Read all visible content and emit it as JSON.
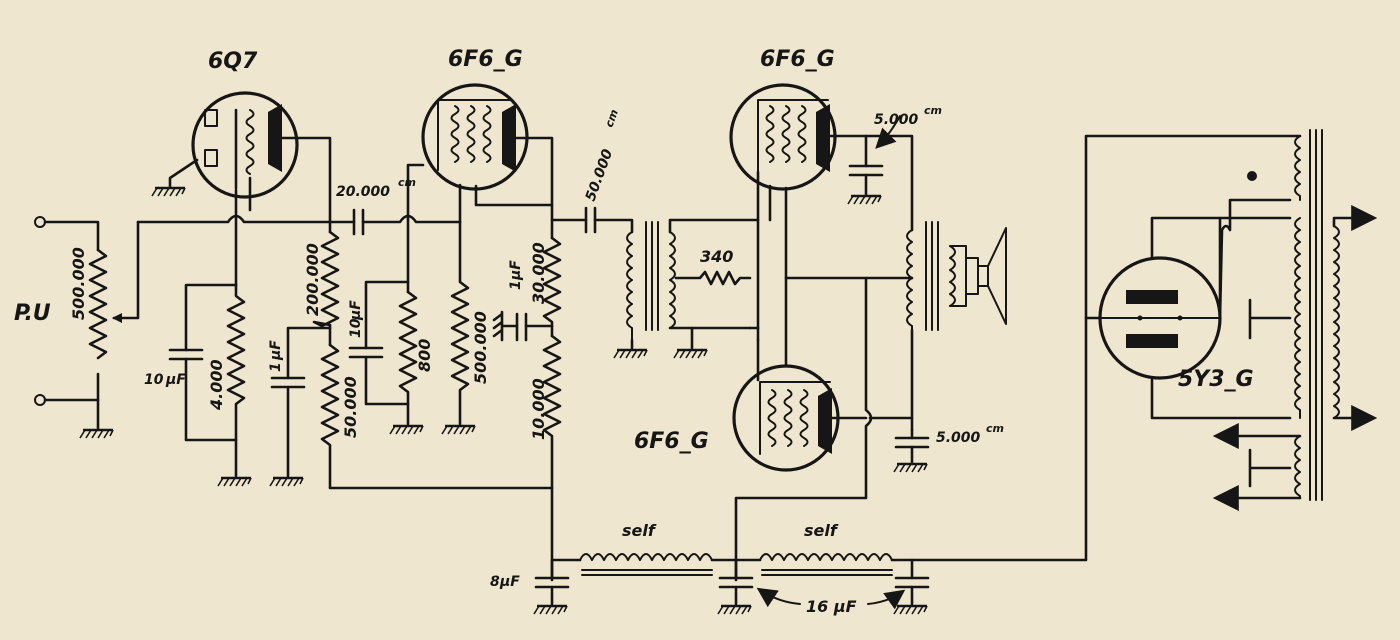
{
  "tubes": {
    "v1": "6Q7",
    "v2": "6F6_G",
    "v3": "6F6_G",
    "v4": "6F6_G",
    "rectifier": "5Y3_G"
  },
  "input": {
    "label": "P.U"
  },
  "resistors": {
    "volume_pot": "500.000",
    "cathode_v1": "4.000",
    "plate_load_v1": "200.000",
    "decoupling_v1": "50.000",
    "cathode_v2": "800",
    "grid_leak_v2": "500.000",
    "plate_load_v2": "30.000",
    "decoupling_v2": "10.000",
    "phase_splitter": "340"
  },
  "capacitors": {
    "cathode_bypass_v1": {
      "value": "10",
      "unit": "µF"
    },
    "decoupling_v1": {
      "value": "1",
      "unit": "µF"
    },
    "coupling_1": {
      "value": "20.000",
      "unit": "cm"
    },
    "cathode_bypass_v2": {
      "value": "10",
      "unit": "µF"
    },
    "coupling_2": {
      "value": "50.000",
      "unit": "cm"
    },
    "decoupling_v2": {
      "value": "1",
      "unit": "µF"
    },
    "tone_plate_top": {
      "value": "5.000",
      "unit": "cm"
    },
    "tone_plate_bottom": {
      "value": "5.000",
      "unit": "cm"
    },
    "filter_input": {
      "value": "8",
      "unit": "µF"
    },
    "filter_pair": "16 µF"
  },
  "chokes": {
    "choke1": "self",
    "choke2": "self"
  }
}
